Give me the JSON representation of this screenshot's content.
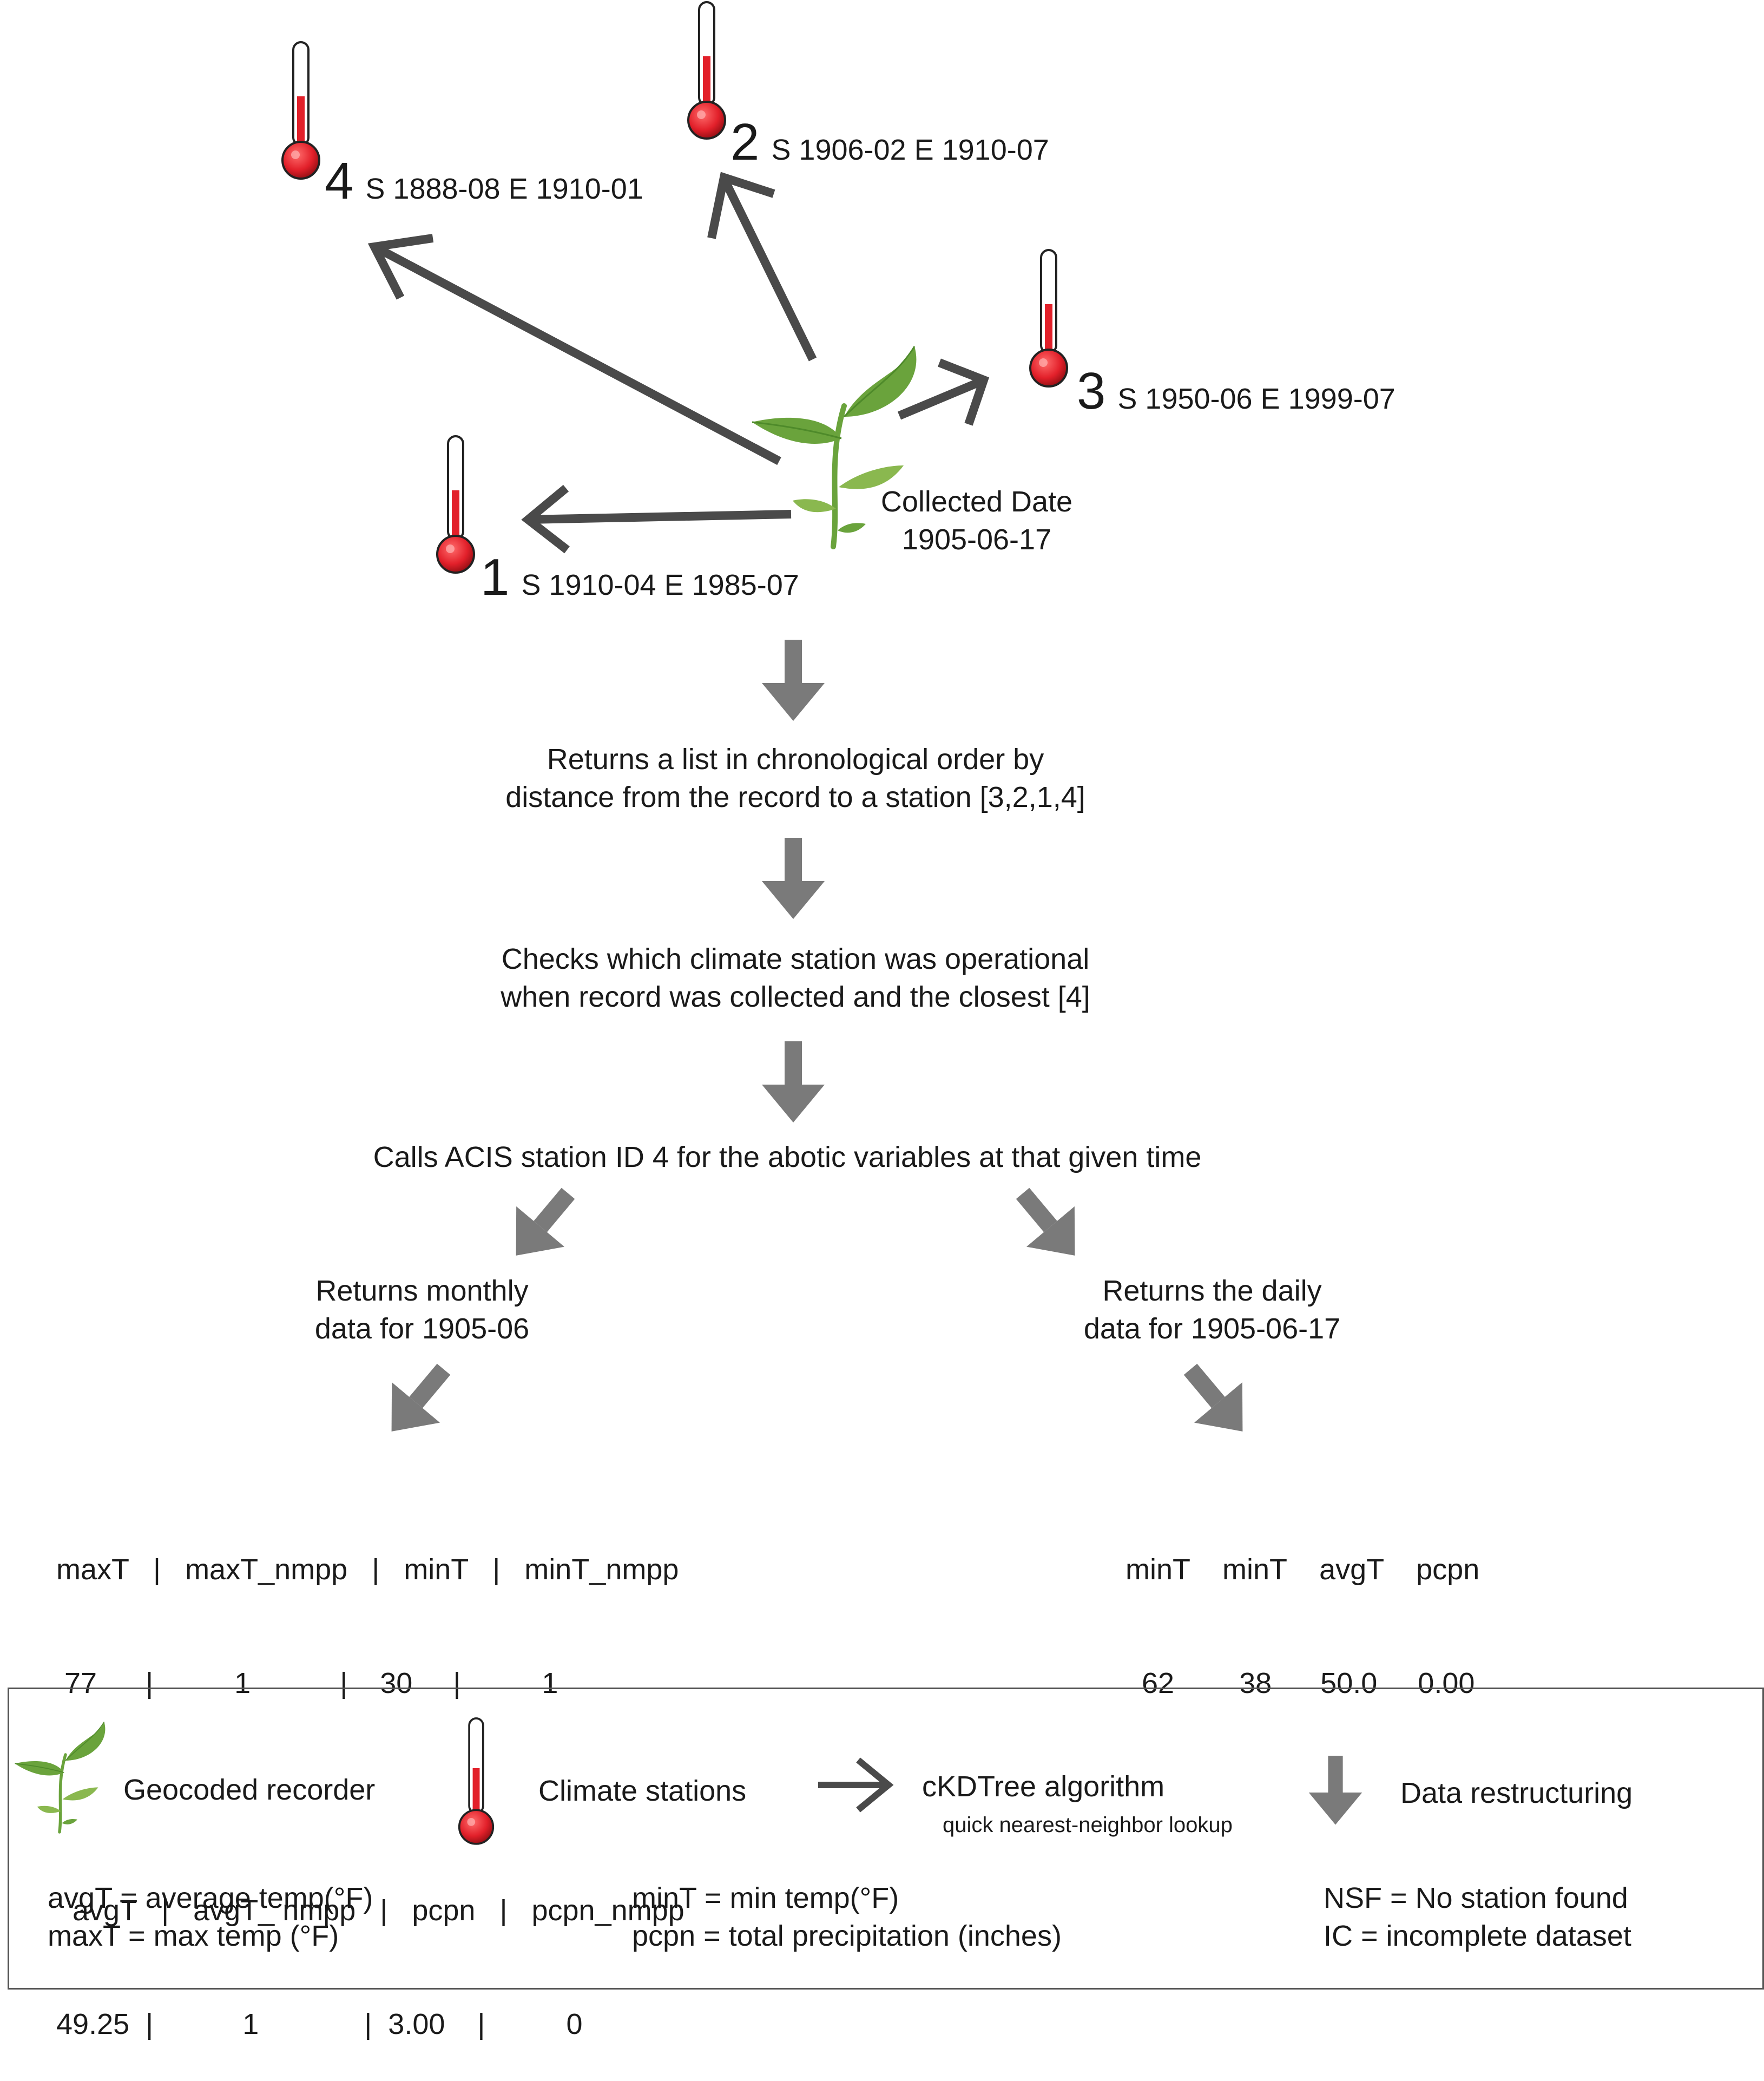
{
  "stations": [
    {
      "num": "1",
      "label": "S 1910-04 E 1985-07"
    },
    {
      "num": "2",
      "label": "S 1906-02 E 1910-07"
    },
    {
      "num": "3",
      "label": "S 1950-06 E 1999-07"
    },
    {
      "num": "4",
      "label": "S 1888-08 E 1910-01"
    }
  ],
  "collected": {
    "line1": "Collected Date",
    "line2": "1905-06-17"
  },
  "steps": {
    "list_line1": "Returns a list in chronological order by",
    "list_line2": "distance from the record to a station [3,2,1,4]",
    "check_line1": "Checks which climate station was operational",
    "check_line2": "when record was collected and the closest [4]",
    "call": "Calls ACIS station ID 4 for the abotic variables at that given time",
    "monthly_line1": "Returns monthly",
    "monthly_line2": "data for 1905-06",
    "daily_line1": "Returns the daily",
    "daily_line2": "data for 1905-06-17"
  },
  "monthly_table": {
    "row1_head": "maxT   |   maxT_nmpp   |   minT   |   minT_nmpp",
    "row1_vals": " 77      |          1           |    30     |          1",
    "row2_head": "  avgT   |   avgT_ nmpp   |   pcpn   |   pcpn_nmpp",
    "row2_vals": "49.25  |           1             |  3.00    |          0"
  },
  "daily_table": {
    "head": "minT    minT    avgT    pcpn",
    "vals": "  62        38      50.0     0.00"
  },
  "legend": {
    "recorder": "Geocoded recorder",
    "stations": "Climate stations",
    "algorithm": "cKDTree algorithm",
    "algorithm_sub": "quick nearest-neighbor lookup",
    "restructuring": "Data restructuring",
    "avgT": "avgT =  average temp(°F)",
    "maxT": "maxT = max temp (°F)",
    "minT": "minT = min temp(°F)",
    "pcpn": "pcpn = total precipitation (inches)",
    "nsf": "NSF = No station found",
    "ic": "IC = incomplete dataset"
  },
  "colors": {
    "leaf": "#6aa33c",
    "leaf_dark": "#4e8a2a",
    "mercury": "#e2202a",
    "arrow_gray": "#7a7a7a",
    "arrow_dark": "#4a4a4a"
  }
}
